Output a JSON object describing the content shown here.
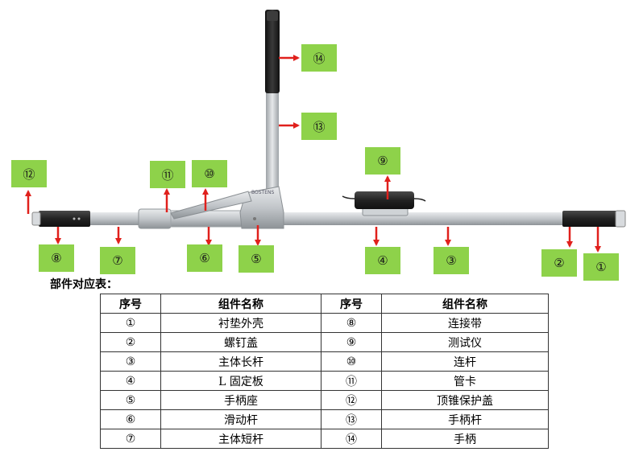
{
  "callouts": [
    "①",
    "②",
    "③",
    "④",
    "⑤",
    "⑥",
    "⑦",
    "⑧",
    "⑨",
    "⑩",
    "⑪",
    "⑫",
    "⑬",
    "⑭"
  ],
  "device_label": "BOSTENS",
  "legend_title": "部件对应表：",
  "table": {
    "headers": [
      "序号",
      "组件名称",
      "序号",
      "组件名称"
    ],
    "rows": [
      [
        "①",
        "衬垫外壳",
        "⑧",
        "连接带"
      ],
      [
        "②",
        "螺钉盖",
        "⑨",
        "测试仪"
      ],
      [
        "③",
        "主体长杆",
        "⑩",
        "连杆"
      ],
      [
        "④",
        "L 固定板",
        "⑪",
        "管卡"
      ],
      [
        "⑤",
        "手柄座",
        "⑫",
        "顶锥保护盖"
      ],
      [
        "⑥",
        "滑动杆",
        "⑬",
        "手柄杆"
      ],
      [
        "⑦",
        "主体短杆",
        "⑭",
        "手柄"
      ]
    ]
  },
  "colors": {
    "callout_bg": "#8ed24a",
    "arrow": "#e0201c",
    "rod": "#c9cdd0",
    "grip": "#2a2a2a"
  }
}
